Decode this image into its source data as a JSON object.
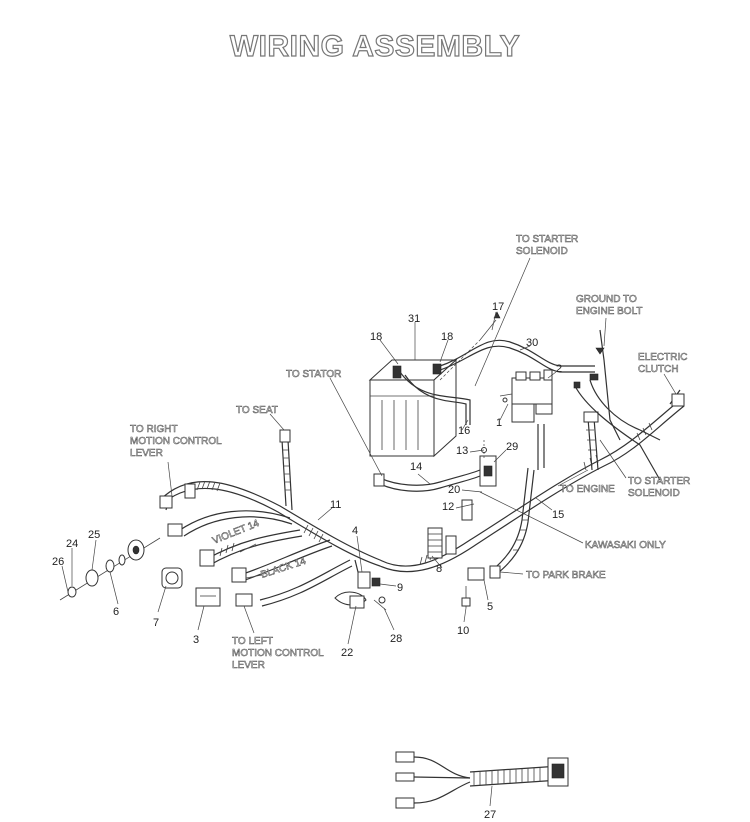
{
  "title": "WIRING ASSEMBLY",
  "labels": {
    "to_starter_solenoid_top": [
      "TO STARTER",
      "SOLENOID"
    ],
    "ground_to_engine_bolt": [
      "GROUND TO",
      "ENGINE BOLT"
    ],
    "electric_clutch": [
      "ELECTRIC",
      "CLUTCH"
    ],
    "to_stator": "TO STATOR",
    "to_seat": "TO SEAT",
    "to_right_motion_control_lever": [
      "TO RIGHT",
      "MOTION CONTROL",
      "LEVER"
    ],
    "to_engine": "TO ENGINE",
    "to_starter_solenoid_right": [
      "TO STARTER",
      "SOLENOID"
    ],
    "kawasaki_only": "KAWASAKI ONLY",
    "violet": "VIOLET 14",
    "black": "BLACK 14",
    "to_park_brake": "TO PARK BRAKE",
    "to_left_motion_control_lever": [
      "TO LEFT",
      "MOTION CONTROL",
      "LEVER"
    ]
  },
  "callouts": [
    "17",
    "31",
    "18",
    "18",
    "30",
    "2",
    "1",
    "16",
    "13",
    "29",
    "14",
    "20",
    "12",
    "15",
    "11",
    "4",
    "9",
    "28",
    "22",
    "8",
    "5",
    "10",
    "25",
    "24",
    "26",
    "6",
    "7",
    "3",
    "27"
  ]
}
